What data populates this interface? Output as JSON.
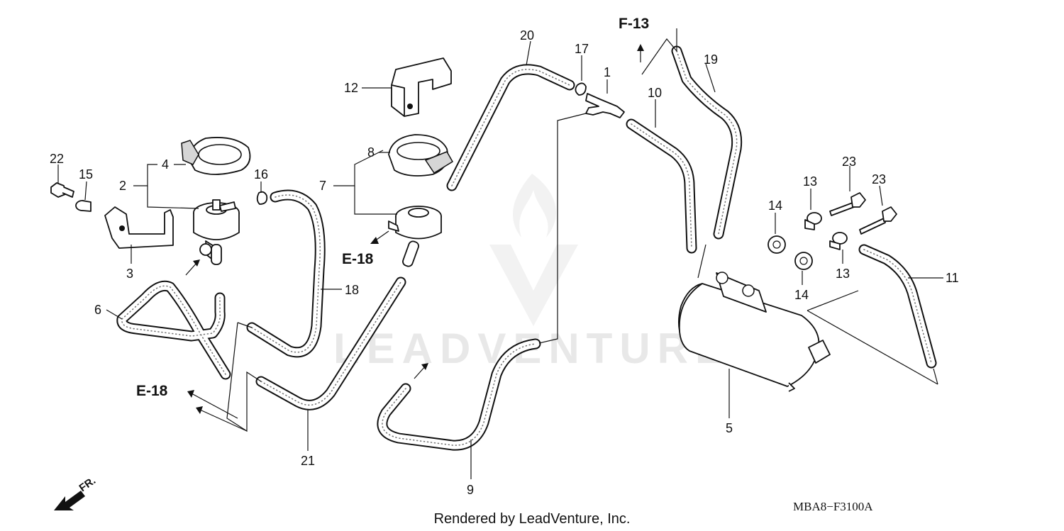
{
  "diagram": {
    "callouts": {
      "c1": "1",
      "c2": "2",
      "c3": "3",
      "c4": "4",
      "c5": "5",
      "c6": "6",
      "c7": "7",
      "c8": "8",
      "c9": "9",
      "c10": "10",
      "c11": "11",
      "c12": "12",
      "c13a": "13",
      "c13b": "13",
      "c14a": "14",
      "c14b": "14",
      "c15": "15",
      "c16": "16",
      "c17": "17",
      "c18": "18",
      "c19": "19",
      "c20": "20",
      "c21": "21",
      "c22": "22",
      "c23a": "23",
      "c23b": "23"
    },
    "refs": {
      "f13": "F-13",
      "e18_mid": "E-18",
      "e18_left": "E-18"
    },
    "front_label": "FR.",
    "diagram_code": "MBA8−F3100A",
    "footer": "Rendered by LeadVenture, Inc.",
    "watermark": "LEADVENTURE"
  }
}
